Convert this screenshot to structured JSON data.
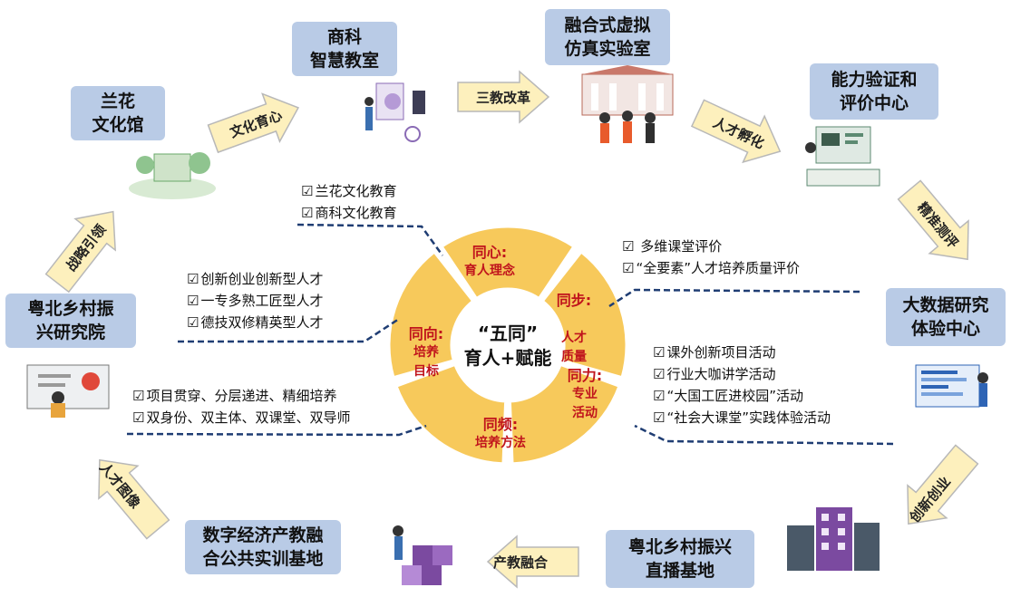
{
  "boxes": {
    "lanhua": "兰花\n文化馆",
    "shangke": "商科\n智慧教室",
    "ronghe": "融合式虚拟\n仿真实验室",
    "nengli": "能力验证和\n评价中心",
    "dashuju": "大数据研究\n体验中心",
    "zhibo": "粤北乡村振兴\n直播基地",
    "shuzi": "数字经济产教融\n合公共实训基地",
    "yuebei": "粤北乡村振\n兴研究院"
  },
  "arrows": {
    "wenhua": "文化育心",
    "sanjiao": "三教改革",
    "rencai_fuhua": "人才孵化",
    "jingzhun": "精准测评",
    "chuangxin": "创新创业",
    "chanjiao": "产教融合",
    "rencai_tuxiang": "人才图像",
    "zhanlue": "战略引领"
  },
  "wheel": {
    "center": "“五同”\n育人+赋能",
    "segments": [
      {
        "title": "同心:",
        "sub": "育人理念"
      },
      {
        "title": "同步:",
        "sub": "人才\n质量"
      },
      {
        "title": "同力:",
        "sub": "专业\n活动"
      },
      {
        "title": "同频:",
        "sub": "培养方法"
      },
      {
        "title": "同向:",
        "sub": "培养\n目标"
      }
    ],
    "fill_color": "#f7c95b",
    "label_color": "#c0141c"
  },
  "lists": {
    "tongxin": [
      "兰花文化教育",
      "商科文化教育"
    ],
    "tongbu": [
      " 多维课堂评价",
      "“全要素”人才培养质量评价"
    ],
    "tongxiang": [
      "创新创业创新型人才",
      "一专多熟工匠型人才",
      "德技双修精英型人才"
    ],
    "tongli": [
      "课外创新项目活动",
      "行业大咖讲学活动",
      "“大国工匠进校园”活动",
      "“社会大课堂”实践体验活动"
    ],
    "tongpin": [
      "项目贯穿、分层递进、精细培养",
      "双身份、双主体、双课堂、双导师"
    ]
  },
  "colors": {
    "box": "#b9cbe6",
    "arrow": "#fdf0bd",
    "arrow_stroke": "#b8b8b8",
    "dash": "#1f3d73"
  }
}
